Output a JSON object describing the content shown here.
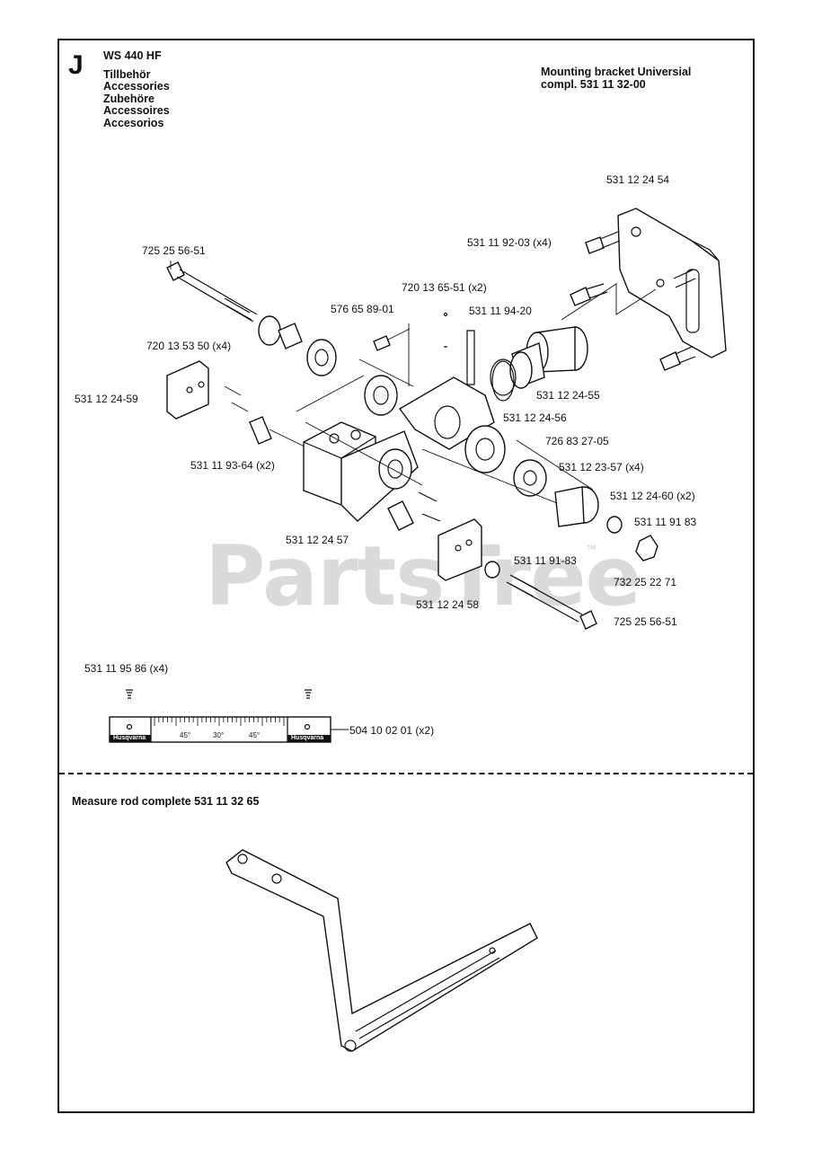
{
  "page": {
    "section_letter": "J",
    "model": "WS 440 HF",
    "accessories_titles": [
      "Tillbehör",
      "Accessories",
      "Zubehöre",
      "Accessoires",
      "Accesorios"
    ],
    "bracket_title_line1": "Mounting bracket Universial",
    "bracket_title_line2": "compl. 531 11 32-00",
    "measure_rod_title": "Measure rod complete 531 11 32 65",
    "watermark": "PartsTree",
    "watermark_tm": "™"
  },
  "part_labels": [
    {
      "id": "p1",
      "text": "531 12 24 54"
    },
    {
      "id": "p2",
      "text": "531 11 92-03 (x4)"
    },
    {
      "id": "p3",
      "text": "725 25 56-51"
    },
    {
      "id": "p4",
      "text": "720 13 65-51 (x2)"
    },
    {
      "id": "p5",
      "text": "576 65 89-01"
    },
    {
      "id": "p6",
      "text": "531 11 94-20"
    },
    {
      "id": "p7",
      "text": "720 13 53 50 (x4)"
    },
    {
      "id": "p8",
      "text": "531 12 24-59"
    },
    {
      "id": "p9",
      "text": "531 12 24-55"
    },
    {
      "id": "p10",
      "text": "531 12 24-56"
    },
    {
      "id": "p11",
      "text": "726 83 27-05"
    },
    {
      "id": "p12",
      "text": "531 11 93-64 (x2)"
    },
    {
      "id": "p13",
      "text": "531 12 23-57 (x4)"
    },
    {
      "id": "p14",
      "text": "531 12 24-60 (x2)"
    },
    {
      "id": "p15",
      "text": "531 11 91 83"
    },
    {
      "id": "p16",
      "text": "531 12 24 57"
    },
    {
      "id": "p17",
      "text": "531 11 91-83"
    },
    {
      "id": "p18",
      "text": "732 25 22 71"
    },
    {
      "id": "p19",
      "text": "531 12 24 58"
    },
    {
      "id": "p20",
      "text": "725 25 56-51"
    },
    {
      "id": "p21",
      "text": "531 11 95 86 (x4)"
    },
    {
      "id": "p22",
      "text": "504 10 02 01 (x2)"
    }
  ],
  "scale": {
    "brand": "Husqvarna",
    "angle_left": "45°",
    "angle_mid": "30°",
    "angle_right": "45°"
  }
}
